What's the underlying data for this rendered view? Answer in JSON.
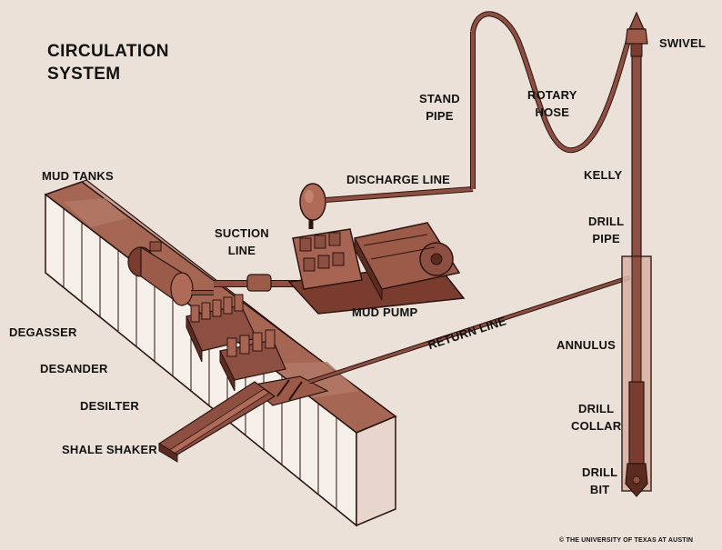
{
  "title": "CIRCULATION\nSYSTEM",
  "colors": {
    "background": "#ece1d9",
    "pipe": "#8d4f41",
    "pipe_dark": "#4a2219",
    "equipment": "#9c5a49",
    "equipment_dark": "#5b2b20",
    "tank_face": "#f7efe9",
    "tank_top": "#9a5a48",
    "line_ink": "#2a1410"
  },
  "labels": {
    "mud_tanks": "MUD TANKS",
    "suction_line": "SUCTION\nLINE",
    "discharge_line": "DISCHARGE LINE",
    "stand_pipe": "STAND\nPIPE",
    "rotary_hose": "ROTARY\nHOSE",
    "swivel": "SWIVEL",
    "kelly": "KELLY",
    "drill_pipe": "DRILL\nPIPE",
    "mud_pump": "MUD PUMP",
    "return_line": "RETURN LINE",
    "annulus": "ANNULUS",
    "drill_collar": "DRILL\nCOLLAR",
    "drill_bit": "DRILL\nBIT",
    "degasser": "DEGASSER",
    "desander": "DESANDER",
    "desilter": "DESILTER",
    "shale_shaker": "SHALE SHAKER"
  },
  "credit": "© THE UNIVERSITY OF TEXAS AT AUSTIN"
}
